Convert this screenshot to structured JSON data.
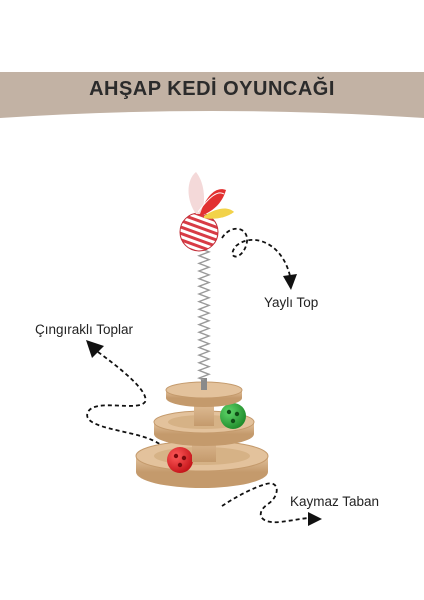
{
  "banner": {
    "title": "AHŞAP KEDİ OYUNCAĞI",
    "color": "#c2b2a4"
  },
  "labels": {
    "spring_ball": "Yaylı Top",
    "rattle_balls": "Çıngıraklı Toplar",
    "non_slip_base": "Kaymaz Taban"
  },
  "colors": {
    "wood": "#d9b48a",
    "wood_dark": "#b98d5e",
    "ball_red": "#e0252a",
    "ball_green": "#2fa83a",
    "sisal_red": "#d83b45",
    "feather_red": "#e23030",
    "feather_yellow": "#f2d24a",
    "arrow": "#111111"
  },
  "icons": [
    "dashed-arrow-icon",
    "spring-icon",
    "feather-icon"
  ]
}
